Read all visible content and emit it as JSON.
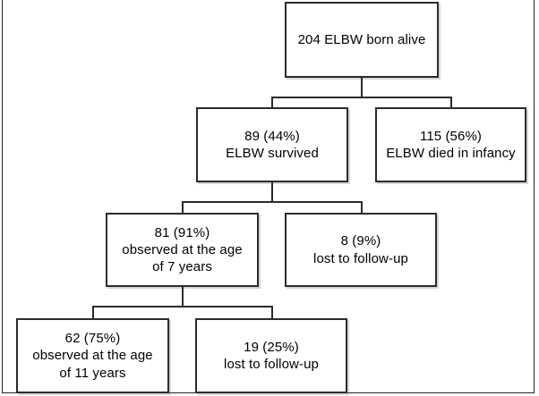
{
  "figure": {
    "type": "flowchart",
    "title": "ELBW cohort follow-up flow diagram",
    "orientation": "top-down",
    "colors": {
      "box_border": "#2b2b2b",
      "box_fill": "#ffffff",
      "connector": "#2b2b2b",
      "text": "#000000",
      "page_frame": "#231f20"
    }
  },
  "nodes": {
    "root": {
      "id": "n1",
      "label": "204 ELBW born alive",
      "line1": "204 ELBW born alive",
      "count": 204,
      "percent": null,
      "level": 1
    },
    "survived": {
      "id": "n2",
      "label": "89 (44%)\nELBW survived",
      "line1": "89 (44%)",
      "line2": "ELBW survived",
      "count": 89,
      "percent": "44%",
      "level": 2
    },
    "died": {
      "id": "n3",
      "label": "115 (56%)\nELBW died in infancy",
      "line1": "115 (56%)",
      "line2": "ELBW died in infancy",
      "count": 115,
      "percent": "56%",
      "level": 2
    },
    "observed7": {
      "id": "n4",
      "label": "81 (91%)\nobserved at the age\nof 7 years",
      "line1": "81 (91%)",
      "line2": "observed at the age",
      "line3": "of 7 years",
      "count": 81,
      "percent": "91%",
      "level": 3
    },
    "lost7": {
      "id": "n5",
      "label": "8 (9%)\nlost to follow-up",
      "line1": "8 (9%)",
      "line2": "lost to follow-up",
      "count": 8,
      "percent": "9%",
      "level": 3
    },
    "observed11": {
      "id": "n6",
      "label": "62 (75%)\nobserved at the age\nof 11 years",
      "line1": "62 (75%)",
      "line2": "observed at the age",
      "line3": "of 11 years",
      "count": 62,
      "percent": "75%",
      "level": 4
    },
    "lost11": {
      "id": "n7",
      "label": "19 (25%)\nlost to follow-up",
      "line1": "19 (25%)",
      "line2": "lost to follow-up",
      "count": 19,
      "percent": "25%",
      "level": 4
    }
  },
  "edges": [
    {
      "from": "root",
      "to": "survived"
    },
    {
      "from": "root",
      "to": "died"
    },
    {
      "from": "survived",
      "to": "observed7"
    },
    {
      "from": "survived",
      "to": "lost7"
    },
    {
      "from": "observed7",
      "to": "observed11"
    },
    {
      "from": "observed7",
      "to": "lost11"
    }
  ],
  "chart_data": {
    "type": "flowchart",
    "title": "ELBW cohort follow-up flow diagram",
    "stages": [
      {
        "stage": 1,
        "label": "204 ELBW born alive",
        "n": 204,
        "percent": null
      },
      {
        "stage": 2,
        "label": "ELBW survived",
        "n": 89,
        "percent": 44
      },
      {
        "stage": 2,
        "label": "ELBW died in infancy",
        "n": 115,
        "percent": 56
      },
      {
        "stage": 3,
        "label": "observed at the age of 7 years",
        "n": 81,
        "percent": 91
      },
      {
        "stage": 3,
        "label": "lost to follow-up",
        "n": 8,
        "percent": 9
      },
      {
        "stage": 4,
        "label": "observed at the age of 11 years",
        "n": 62,
        "percent": 75
      },
      {
        "stage": 4,
        "label": "lost to follow-up",
        "n": 19,
        "percent": 25
      }
    ]
  }
}
